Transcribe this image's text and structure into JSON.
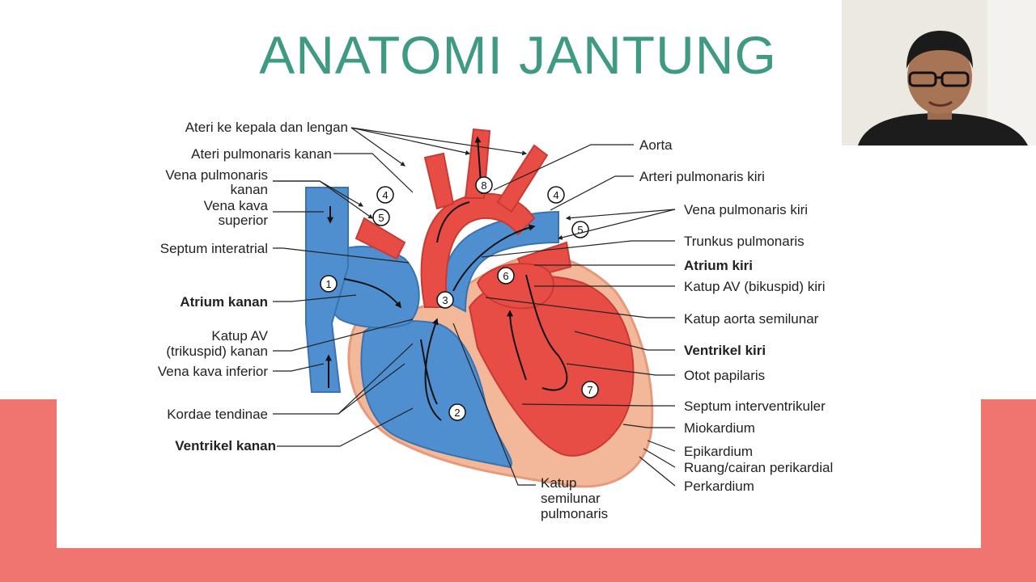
{
  "slide": {
    "title": "ANATOMI JANTUNG",
    "colors": {
      "title": "#3e9a82",
      "band": "#f07470",
      "oxygenated": "#e84d45",
      "deoxygenated": "#4f8fcf"
    }
  },
  "labels": {
    "arteri_kepala": "Ateri ke kepala dan lengan",
    "arteri_pulm_kanan": "Ateri pulmonaris kanan",
    "vena_pulm_kanan_1": "Vena pulmonaris",
    "vena_pulm_kanan_2": "kanan",
    "vena_kava_sup_1": "Vena kava",
    "vena_kava_sup_2": "superior",
    "septum_interatrial": "Septum interatrial",
    "atrium_kanan": "Atrium kanan",
    "katup_av_kanan_1": "Katup AV",
    "katup_av_kanan_2": "(trikuspid) kanan",
    "vena_kava_inf": "Vena kava inferior",
    "kordae": "Kordae tendinae",
    "ventrikel_kanan": "Ventrikel kanan",
    "aorta": "Aorta",
    "arteri_pulm_kiri": "Arteri pulmonaris kiri",
    "vena_pulm_kiri": "Vena pulmonaris kiri",
    "trunkus": "Trunkus pulmonaris",
    "atrium_kiri": "Atrium kiri",
    "katup_av_kiri": "Katup AV (bikuspid) kiri",
    "katup_aorta": "Katup aorta semilunar",
    "ventrikel_kiri": "Ventrikel kiri",
    "otot_papilaris": "Otot papilaris",
    "septum_interventrikuler": "Septum interventrikuler",
    "miokardium": "Miokardium",
    "epikardium": "Epikardium",
    "ruang_perikardial": "Ruang/cairan perikardial",
    "perkardium": "Perkardium",
    "katup_pulm_1": "Katup",
    "katup_pulm_2": "semilunar",
    "katup_pulm_3": "pulmonaris"
  },
  "markers": [
    "1",
    "2",
    "3",
    "4",
    "4",
    "5",
    "5",
    "6",
    "7",
    "8"
  ]
}
